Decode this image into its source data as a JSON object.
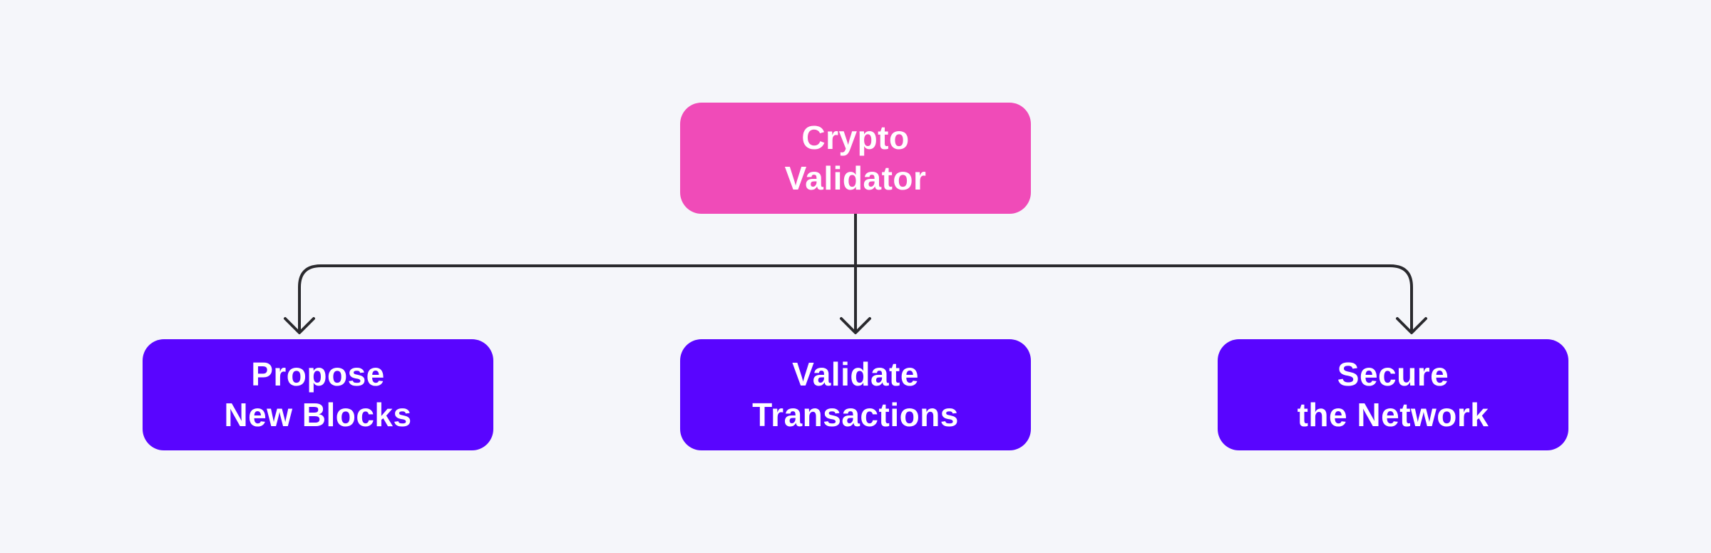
{
  "colors": {
    "background": "#f5f6fa",
    "root_fill": "#f04bb8",
    "child_fill": "#5905ff",
    "connector": "#2a2a2e",
    "label": "#ffffff"
  },
  "diagram": {
    "root": {
      "label": "Crypto\nValidator"
    },
    "children": [
      {
        "label": "Propose\nNew Blocks"
      },
      {
        "label": "Validate\nTransactions"
      },
      {
        "label": "Secure\nthe Network"
      }
    ]
  }
}
